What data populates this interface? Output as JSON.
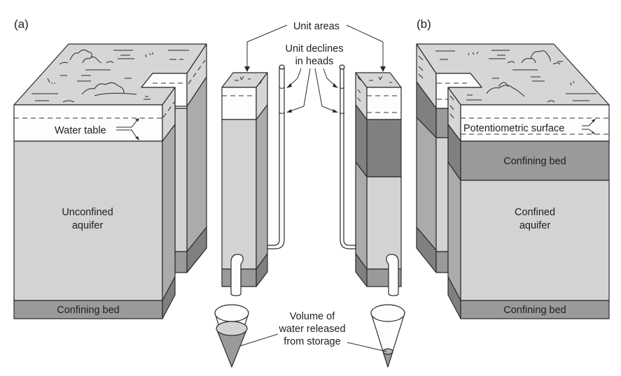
{
  "figure": {
    "panel_a_label": "(a)",
    "panel_b_label": "(b)",
    "colors": {
      "surface_top": "#d6d6d6",
      "unsaturated_white": "#fdfdfb",
      "aquifer_light": "#d3d3d3",
      "side_mid": "#ababab",
      "confining_bed": "#9a9a9a",
      "confining_dark": "#808080",
      "outline": "#2a2a2a",
      "background": "#ffffff"
    },
    "panel_a": {
      "water_table_label": "Water table",
      "aquifer_label_line1": "Unconfined",
      "aquifer_label_line2": "aquifer",
      "bottom_layer_label": "Confining bed"
    },
    "panel_b": {
      "surface_label": "Potentiometric surface",
      "upper_layer_label": "Confining bed",
      "aquifer_label_line1": "Confined",
      "aquifer_label_line2": "aquifer",
      "bottom_layer_label": "Confining bed"
    },
    "center": {
      "unit_areas_label": "Unit areas",
      "unit_declines_line1": "Unit declines",
      "unit_declines_line2": "in heads",
      "volume_line1": "Volume of",
      "volume_line2": "water released",
      "volume_line3": "from storage"
    }
  }
}
